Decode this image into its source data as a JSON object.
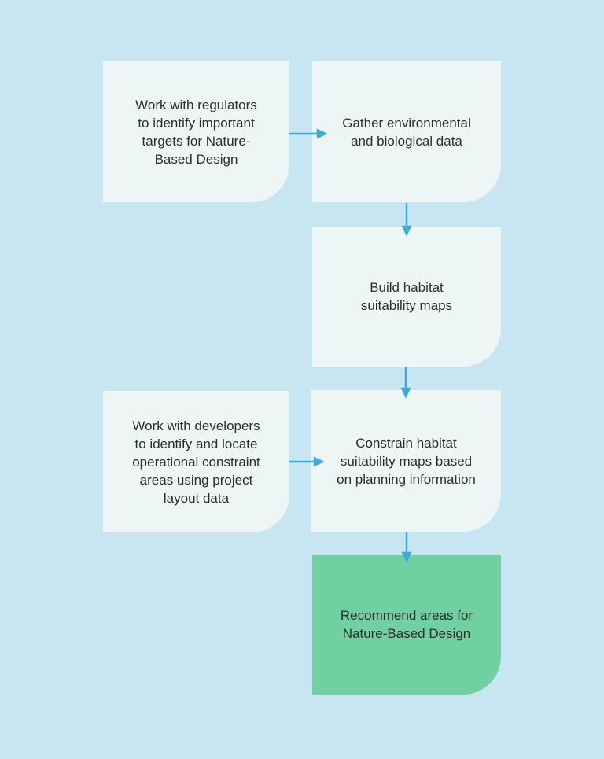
{
  "theme": {
    "page-bg": "#c8e6f2",
    "node-bg": "#edf6f5",
    "accent-bg": "#70d0a2",
    "arrow": "#3caade",
    "text": "#2d2d2d"
  },
  "flowchart": {
    "boxes": [
      {
        "id": "regulator-targets",
        "variant": "default",
        "lines": [
          "Work with regulators",
          "to identify important",
          "targets for Nature-",
          "Based Design"
        ]
      },
      {
        "id": "gather-data",
        "variant": "default",
        "lines": [
          "Gather environmental",
          "and biological data"
        ]
      },
      {
        "id": "build-maps",
        "variant": "default",
        "lines": [
          "Build habitat",
          "suitability maps"
        ]
      },
      {
        "id": "developer-constraints",
        "variant": "default",
        "lines": [
          "Work with developers",
          "to identify and locate",
          "operational constraint",
          "areas using project",
          "layout data"
        ]
      },
      {
        "id": "constrain-maps",
        "variant": "default",
        "lines": [
          "Constrain habitat",
          "suitability maps based",
          "on planning information"
        ]
      },
      {
        "id": "recommend-areas",
        "variant": "accent",
        "lines": [
          "Recommend areas for",
          "Nature-Based Design"
        ]
      }
    ],
    "edges": [
      {
        "from": "regulator-targets",
        "to": "gather-data",
        "direction": "right"
      },
      {
        "from": "gather-data",
        "to": "build-maps",
        "direction": "down"
      },
      {
        "from": "build-maps",
        "to": "constrain-maps",
        "direction": "down"
      },
      {
        "from": "developer-constraints",
        "to": "constrain-maps",
        "direction": "right"
      },
      {
        "from": "constrain-maps",
        "to": "recommend-areas",
        "direction": "down"
      }
    ]
  }
}
